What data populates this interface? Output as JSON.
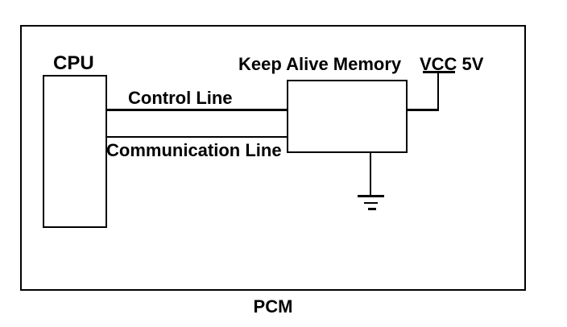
{
  "diagram": {
    "outer_label": "PCM",
    "blocks": {
      "cpu": {
        "label": "CPU"
      },
      "keep_alive_memory": {
        "label": "Keep Alive Memory"
      }
    },
    "wires": {
      "control": {
        "label": "Control Line"
      },
      "communication": {
        "label": "Communication Line"
      }
    },
    "power": {
      "vcc_label": "VCC 5V"
    },
    "colors": {
      "ink": "#000000",
      "background": "#ffffff"
    }
  }
}
